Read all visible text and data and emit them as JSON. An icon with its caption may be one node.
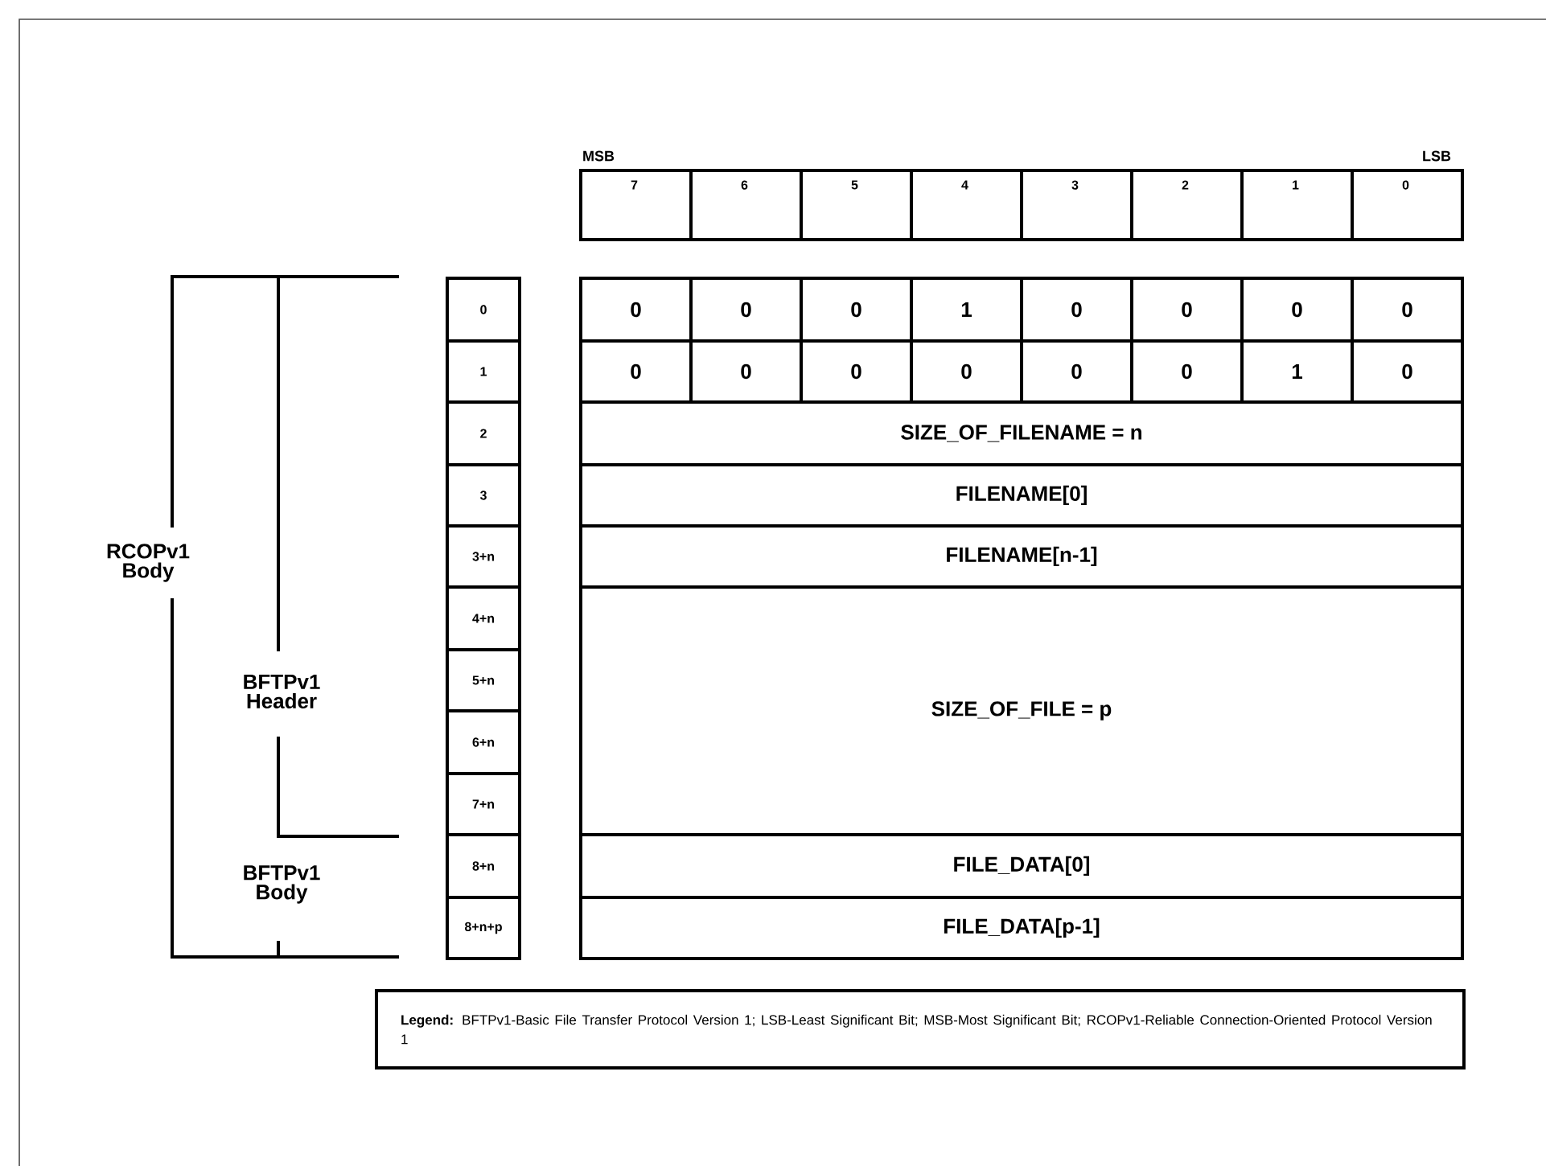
{
  "diagram": {
    "nodes": [
      {
        "text": [
          "7"
        ]
      },
      {
        "text": [
          "6"
        ]
      },
      {
        "text": [
          "5"
        ]
      },
      {
        "text": [
          "4"
        ]
      },
      {
        "text": [
          "3"
        ]
      },
      {
        "text": [
          "2"
        ]
      },
      {
        "text": [
          "1"
        ]
      },
      {
        "text": [
          "0"
        ]
      },
      {
        "text": [
          "0"
        ]
      },
      {
        "text": [
          "0"
        ]
      },
      {
        "text": [
          "0"
        ]
      },
      {
        "text": [
          "0"
        ]
      },
      {
        "text": [
          "1"
        ]
      },
      {
        "text": [
          "0"
        ]
      },
      {
        "text": [
          "0"
        ]
      },
      {
        "text": [
          "0"
        ]
      },
      {
        "text": [
          "0"
        ]
      },
      {
        "text": [
          "1"
        ]
      },
      {
        "text": [
          "0"
        ]
      },
      {
        "text": [
          "0"
        ]
      },
      {
        "text": [
          "0"
        ]
      },
      {
        "text": [
          "0"
        ]
      },
      {
        "text": [
          "0"
        ]
      },
      {
        "text": [
          "0"
        ]
      },
      {
        "text": [
          "1"
        ]
      },
      {
        "text": [
          "0"
        ]
      },
      {
        "text": [
          "2"
        ]
      },
      {
        "text": [
          "SIZE_OF_FILENAME = n"
        ]
      },
      {
        "text": [
          "3"
        ]
      },
      {
        "text": [
          "FILENAME[0]"
        ]
      },
      {
        "text": [
          "3+n"
        ]
      },
      {
        "text": [
          "FILENAME[n-1]"
        ]
      },
      {
        "text": [
          "4+n"
        ]
      },
      {
        "text": [
          "SIZE_OF_FILE = p"
        ]
      },
      {
        "text": [
          "5+n"
        ]
      },
      {
        "text": [
          "6+n"
        ]
      },
      {
        "text": [
          "7+n"
        ]
      },
      {
        "text": [
          "8+n"
        ]
      },
      {
        "text": [
          "FILE_DATA[0]"
        ]
      },
      {
        "text": [
          "8+n+p"
        ]
      },
      {
        "text": [
          "FILE_DATA[p-1]"
        ]
      },
      {
        "text": [
          "**Legend:** BFTPv1-Basic File Transfer Protocol Version 1; LSB-Least Significant Bit; MSB-Most Significant Bit; RCOPv1-Reliable Connection-Oriented Protocol Version 1"
        ]
      }
    ],
    "labels": [
      "MSB",
      "LSB",
      "RCOPv1 Body",
      "BFTPv1 Header",
      "BFTPv1 Body"
    ]
  }
}
